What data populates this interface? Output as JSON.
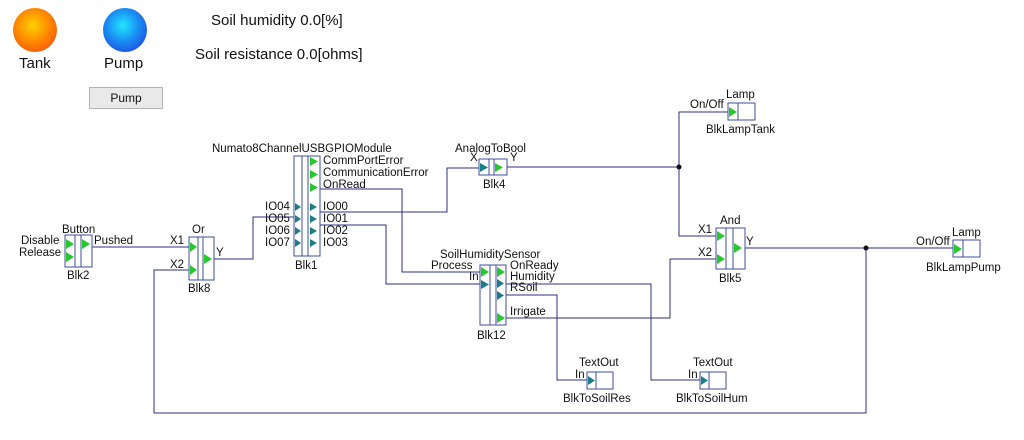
{
  "indicators": {
    "tank": {
      "label": "Tank",
      "color": "#f04a14"
    },
    "pump": {
      "label": "Pump",
      "color": "#1a5ae6"
    }
  },
  "status": {
    "soil_humidity": "Soil humidity 0.0[%]",
    "soil_resistance": "Soil resistance 0.0[ohms]"
  },
  "controls": {
    "pump_button": "Pump"
  },
  "blocks": {
    "blk2": {
      "type": "Button",
      "name": "Blk2",
      "in1": "Disable",
      "in2": "Release",
      "out": "Pushed"
    },
    "blk8": {
      "type": "Or",
      "name": "Blk8",
      "in1": "X1",
      "in2": "X2",
      "out": "Y"
    },
    "blk1": {
      "type": "Numato8ChannelUSBGPIOModule",
      "name": "Blk1",
      "out1": "CommPortError",
      "out2": "CommunicationError",
      "out3": "OnRead",
      "io_left": [
        "IO04",
        "IO05",
        "IO06",
        "IO07"
      ],
      "io_right": [
        "IO00",
        "IO01",
        "IO02",
        "IO03"
      ]
    },
    "blk4": {
      "type": "AnalogToBool",
      "name": "Blk4",
      "in": "X",
      "out": "Y"
    },
    "blk12": {
      "type": "SoilHumiditySensor",
      "name": "Blk12",
      "in1": "Process",
      "in2": "In",
      "out1": "OnReady",
      "out2": "Humidity",
      "out3": "RSoil",
      "out4": "Irrigate"
    },
    "blk5": {
      "type": "And",
      "name": "Blk5",
      "in1": "X1",
      "in2": "X2",
      "out": "Y"
    },
    "blk_lamp_tank": {
      "type": "Lamp",
      "name": "BlkLampTank",
      "in": "On/Off"
    },
    "blk_lamp_pump": {
      "type": "Lamp",
      "name": "BlkLampPump",
      "in": "On/Off"
    },
    "blk_to_soil_res": {
      "type": "TextOut",
      "name": "BlkToSoilRes",
      "in": "In"
    },
    "blk_to_soil_hum": {
      "type": "TextOut",
      "name": "BlkToSoilHum",
      "in": "In"
    }
  },
  "colors": {
    "wire": "#2b2f8a",
    "block_border": "#3f4ea0",
    "input_pin": "#27c82d",
    "io_pin": "#1a7f85"
  }
}
